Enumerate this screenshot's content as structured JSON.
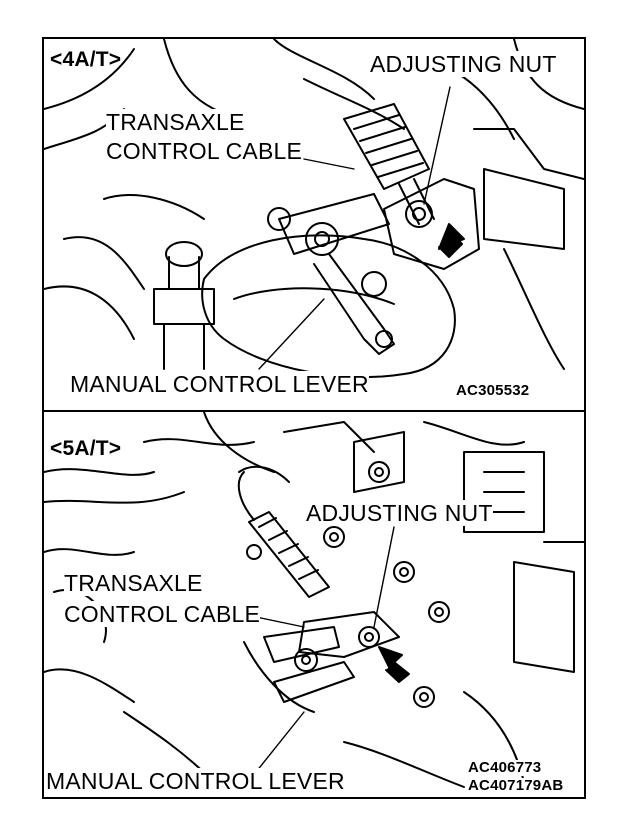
{
  "figure": {
    "top": {
      "section_label": "<4A/T>",
      "adjusting_nut": "ADJUSTING NUT",
      "cable_line1": "TRANSAXLE",
      "cable_line2": "CONTROL CABLE",
      "lever": "MANUAL CONTROL LEVER",
      "code": "AC305532"
    },
    "bottom": {
      "section_label": "<5A/T>",
      "adjusting_nut": "ADJUSTING NUT",
      "cable_line1": "TRANSAXLE",
      "cable_line2": "CONTROL CABLE",
      "lever": "MANUAL CONTROL LEVER",
      "code1": "AC406773",
      "code2": "AC407179AB"
    }
  },
  "colors": {
    "ink": "#000000",
    "paper": "#ffffff"
  }
}
